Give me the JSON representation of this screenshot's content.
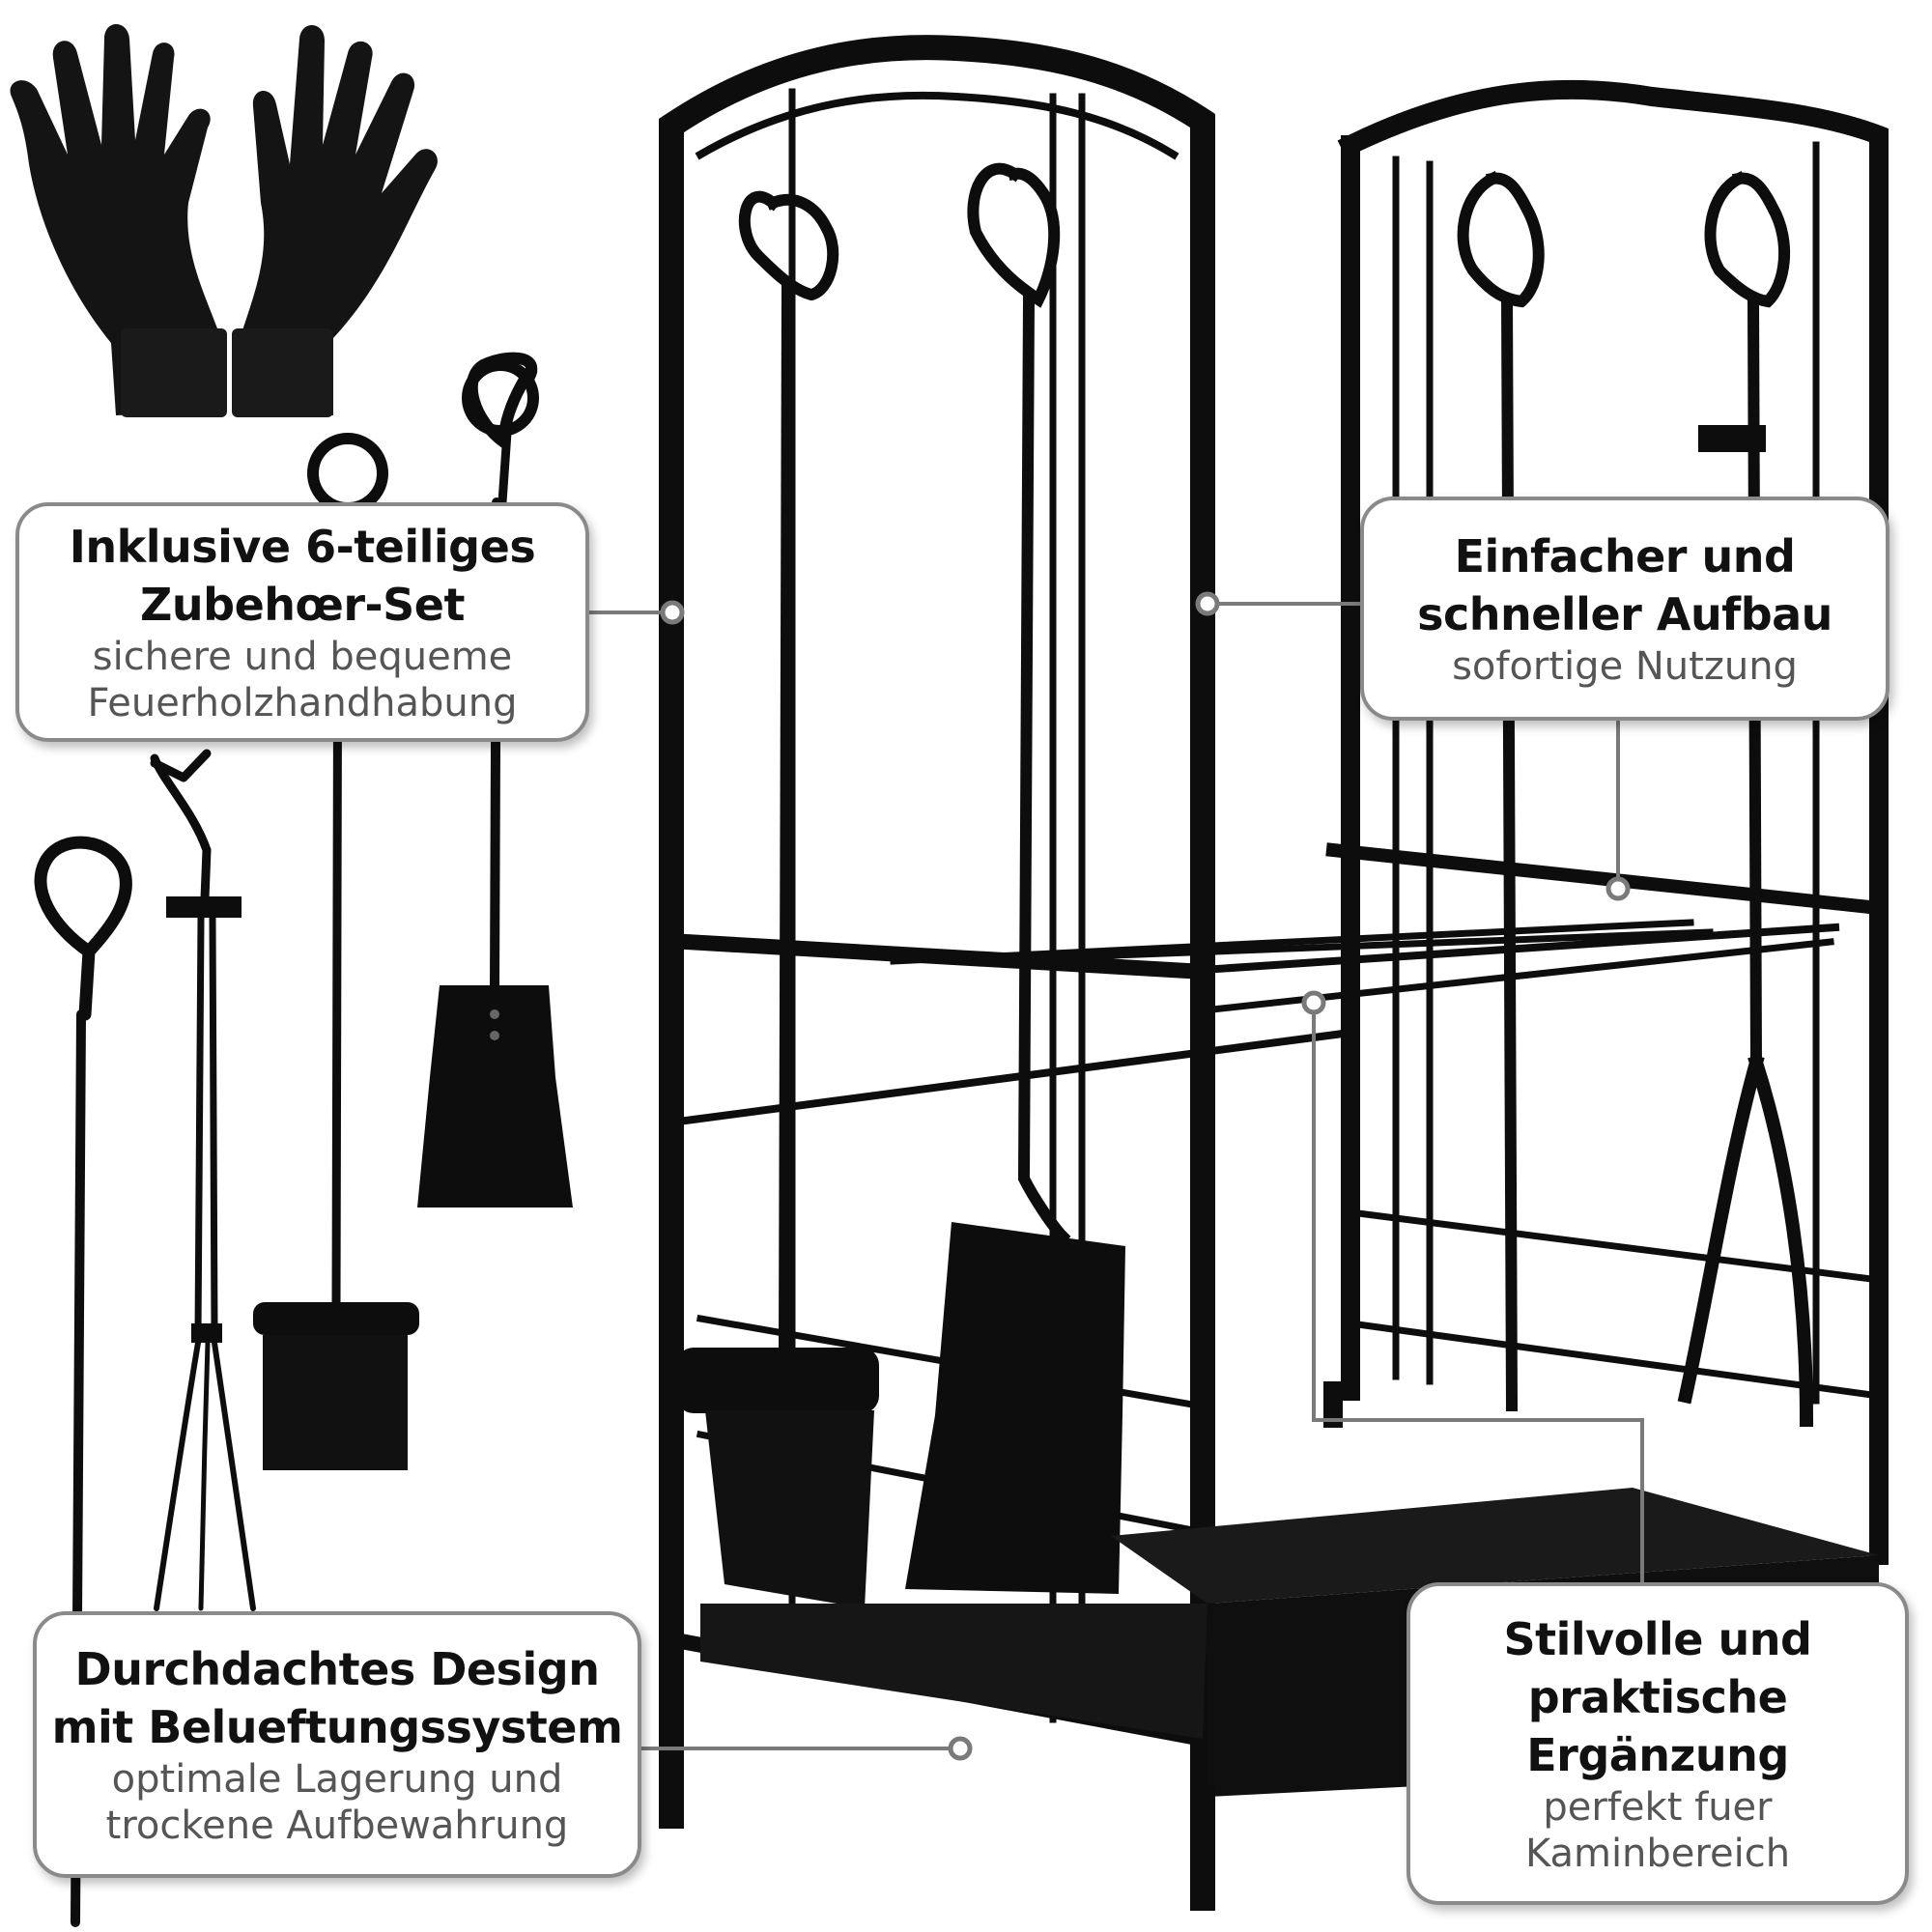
{
  "callouts": [
    {
      "title_lines": [
        "Inklusive 6-teiliges",
        "Zubehœr-Set"
      ],
      "subtitle_lines": [
        "sichere und bequeme",
        "Feuerholzhandhabung"
      ]
    },
    {
      "title_lines": [
        "Einfacher und",
        "schneller Aufbau"
      ],
      "subtitle_lines": [
        "sofortige Nutzung"
      ]
    },
    {
      "title_lines": [
        "Durchdachtes Design",
        "mit Belueftungssystem"
      ],
      "subtitle_lines": [
        "optimale Lagerung und",
        "trockene Aufbewahrung"
      ]
    },
    {
      "title_lines": [
        "Stilvolle und",
        "praktische",
        "Ergänzung"
      ],
      "subtitle_lines": [
        "perfekt fuer",
        "Kaminbereich"
      ]
    }
  ],
  "colors": {
    "metal": "#0d0d0d",
    "callout_border": "#8a8a8a",
    "connector": "#7a7a7a",
    "background": "#ffffff"
  },
  "illustration_parts": [
    "gloves-icon",
    "fireplace-poker-icon",
    "log-tongs-icon",
    "hearth-brush-icon",
    "ash-shovel-icon",
    "firewood-rack-icon"
  ]
}
